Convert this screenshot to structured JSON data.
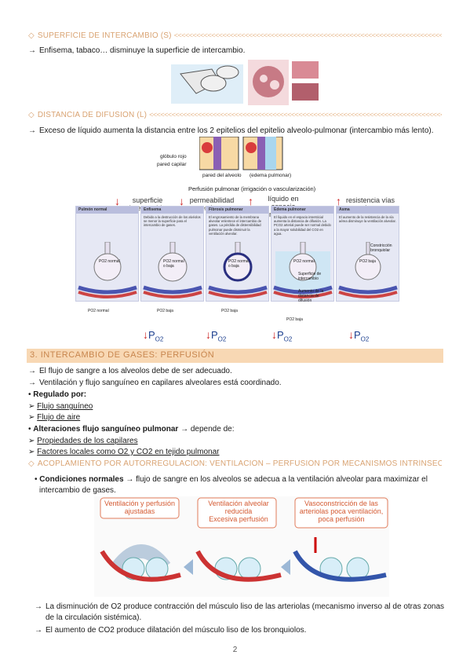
{
  "sections": {
    "s1": {
      "bullet": "◇",
      "title": "SUPERFICIE DE INTERCAMBIO (S)",
      "dashes": "<<<<<<<<<<<<<<<<<<<<<<<<<<<<<<<<<<<<<<<<<<<<<<<<<<<<<<<<<<<<<<<<<<<<<<<<<<<<<<<<<<<<<<<<<<<<<<<<<<<<"
    },
    "s2": {
      "bullet": "◇",
      "title": "DISTANCIA DE DIFUSIÓN (L)",
      "dashes": "<<<<<<<<<<<<<<<<<<<<<<<<<<<<<<<<<<<<<<<<<<<<<<<<<<<<<<<<<<<<<<<<<<<<<<<<<<<<<<<<<<<<<<<<<<<<<<<<<<<<<<<<<<<<"
    },
    "s3": {
      "title": "3. INTERCAMBIO DE GASES: PERFUSIÓN"
    },
    "s4": {
      "bullet": "◇",
      "title": "ACOPLAMIENTO POR AUTORREGULACIÓN: VENTILACIÓN – PERFUSIÓN POR MECANISMOS INTRÍNSECOS",
      "dashes": "<<<<<<<<<<<<<<<<<<<<"
    }
  },
  "arrow": "→",
  "text": {
    "s1_line": "Enfisema, tabaco… disminuye la superficie de intercambio.",
    "s2_line": "Exceso de líquido aumenta la distancia entre los 2 epitelios del epitelio alveolo-pulmonar (intercambio más lento).",
    "p1": "El flujo de sangre a los alveolos debe de ser adecuado.",
    "p2": "Ventilación y flujo sanguíneo en capilares alveolares está coordinado.",
    "reg_label": "Regulado por:",
    "reg_1": "Flujo sanguíneo",
    "reg_2": "Flujo de aire",
    "alt_label": "Alteraciones flujo sanguíneo pulmonar",
    "alt_rest": "depende de:",
    "alt_1": "Propiedades de los capilares",
    "alt_2": "Factores locales como O2 y CO2 en tejido pulmonar",
    "cn_label": "Condiciones normales",
    "cn_rest": "flujo de sangre en los alveolos se adecua a la ventilación alveolar para maximizar el",
    "cn_rest2": "intercambio de gases.",
    "last1": "La disminución de O2 produce contracción del músculo liso de las arteriolas (mecanismo inverso al de otras zonas",
    "last1b": "de la circulación sistémica).",
    "last2": "El aumento de CO2 produce dilatación del músculo liso de los bronquiolos."
  },
  "diagram": {
    "glob_rojo": "glóbulo rojo",
    "pared_capilar": "pared capilar",
    "pared_alveolo": "pared del alveolo",
    "edema": "(edema pulmonar)",
    "perfusion": "Perfusión pulmonar (irrigación o vascularización)",
    "labels": [
      "superficie intercambio",
      "permeabilidad membrana",
      "líquido en espacio intersticial",
      "resistencia vías aéreas"
    ],
    "columns": [
      {
        "hdr": "Pulmón normal",
        "txt": "",
        "po2": "PO2 normal",
        "bottom": "PO2 normal"
      },
      {
        "hdr": "Enfisema",
        "txt": "Debido a la destrucción de los alvéolos se menor la superficie para el intercambio de gases.",
        "po2": "PO2 normal o baja",
        "bottom": "PO2 baja"
      },
      {
        "hdr": "Fibrosis pulmonar",
        "txt": "El engrosamiento de la membrana alveolar enlentece el intercambio de gases. La pérdida de distensibilidad pulmonar puede disminuir la ventilación alveolar.",
        "po2": "PO2 normal o baja",
        "bottom": "PO2 baja"
      },
      {
        "hdr": "Edema pulmonar",
        "txt": "El líquido en el espacio intersticial aumenta la distancia de difusión. La PCO2 arterial puede ser normal debido a la mayor solubilidad del CO2 en agua.",
        "po2": "PO2 normal",
        "bottom": "PO2 baja"
      },
      {
        "hdr": "Asma",
        "txt": "El aumento de la resistencia de la vía aérea disminuye la ventilación alveolar.",
        "po2": "PO2 baja",
        "bottom": ""
      }
    ],
    "side_labels": [
      "Superficie de intercambio",
      "Aumento de la distancia de difusión",
      "Constricción bronquiolar"
    ],
    "po2_symbol": "P",
    "po2_sub": "O2"
  },
  "vq_figure": {
    "panels": [
      {
        "title": "Ventilación y perfusión ajustadas"
      },
      {
        "title": "Ventilación alveolar reducida\nExcesiva perfusión"
      },
      {
        "title": "Vasoconstricción de las arteriolas poca ventilación, poca perfusión"
      }
    ]
  },
  "page_number": "2",
  "colors": {
    "heading": "#d9a372",
    "banner": "#f8d8b4",
    "po2_blue": "#1c3f8f",
    "arrow_red": "#c22222"
  }
}
